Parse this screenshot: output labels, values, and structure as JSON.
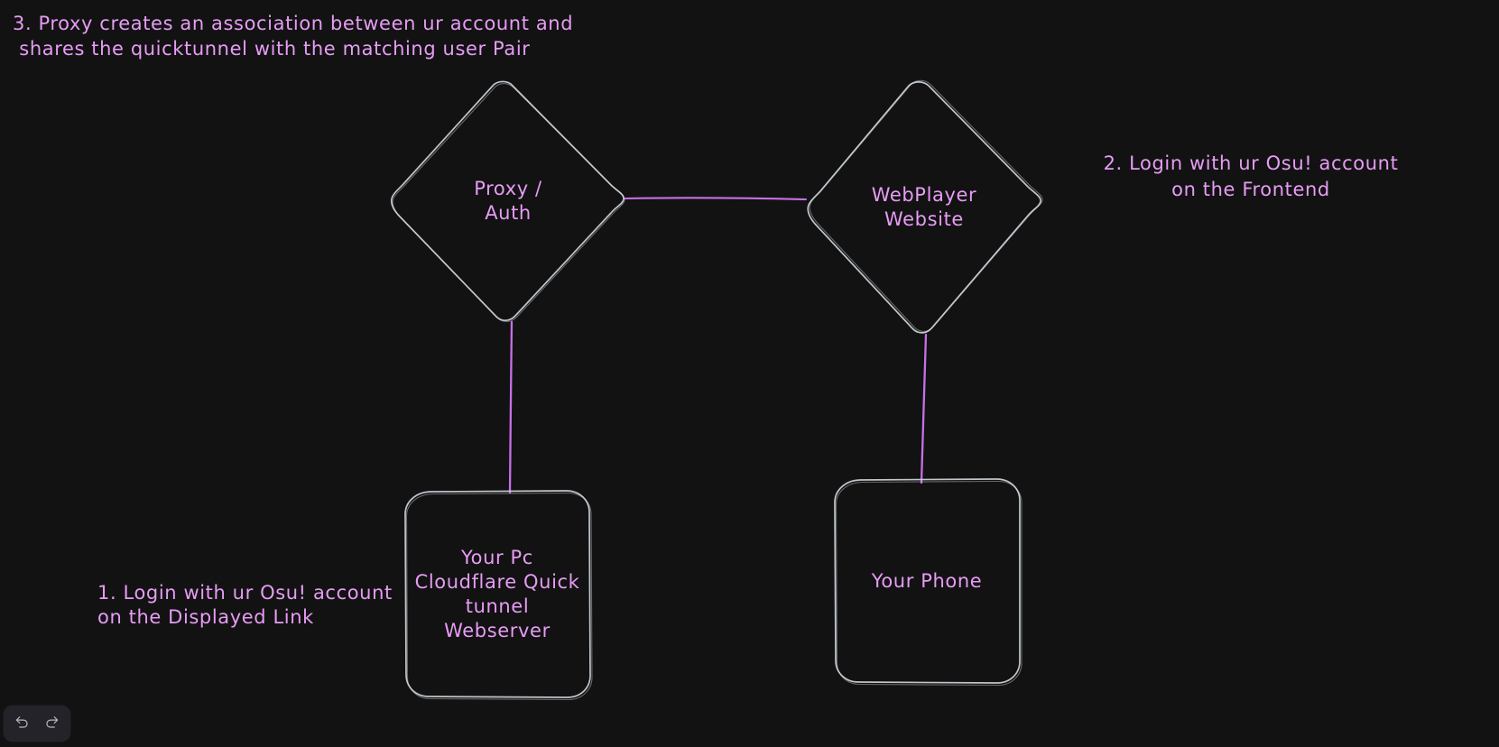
{
  "canvas": {
    "background_color": "#121212",
    "stroke_color": "#ced4da",
    "text_color": "#e79cf5",
    "edge_color": "#c770e8"
  },
  "nodes": [
    {
      "id": "proxy-auth",
      "shape": "diamond",
      "label": "Proxy /\nAuth"
    },
    {
      "id": "webplayer-website",
      "shape": "diamond",
      "label": "WebPlayer\nWebsite"
    },
    {
      "id": "your-pc",
      "shape": "rounded-rectangle",
      "label": "Your Pc\nCloudflare Quick\ntunnel\nWebserver"
    },
    {
      "id": "your-phone",
      "shape": "rounded-rectangle",
      "label": "Your Phone"
    }
  ],
  "annotations": {
    "step1": "1. Login with ur Osu! account\non the Displayed Link",
    "step2": "2. Login with ur Osu! account\non the Frontend",
    "step3": "3. Proxy creates an association between ur account and\n shares the quicktunnel with the matching user Pair"
  },
  "toolbar": {
    "undo_label": "undo-icon",
    "redo_label": "redo-icon"
  }
}
